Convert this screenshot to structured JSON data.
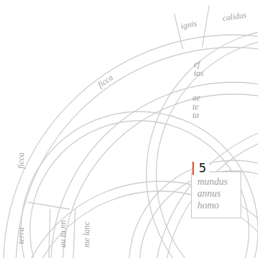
{
  "diagram": {
    "nodes": [
      {
        "text": [
          "mundus annus homo"
        ]
      }
    ],
    "labels": [
      "5",
      "ignis",
      "calidus",
      "ficca",
      "ef tas",
      "ae te ta",
      "ficca",
      "terra",
      "au tu nn",
      "me lanc"
    ]
  }
}
